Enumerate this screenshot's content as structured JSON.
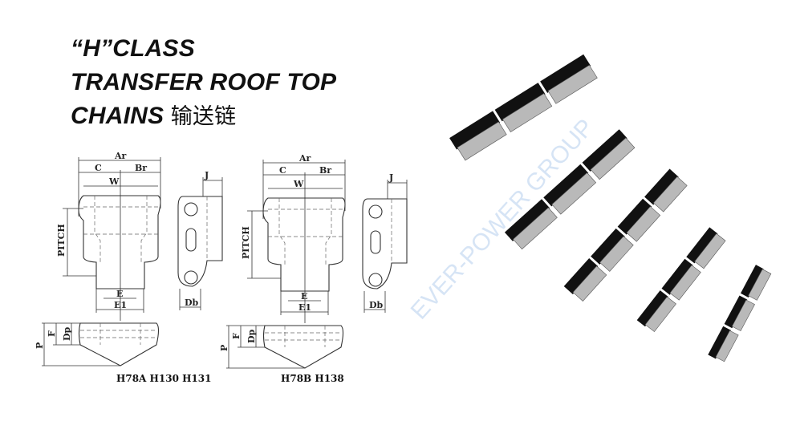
{
  "title": {
    "line1": "“H”CLASS",
    "line2": "TRANSFER ROOF TOP",
    "line3_en": "CHAINS",
    "line3_zh": "输送链"
  },
  "watermark": "EVER-POWER GROUP",
  "drawings": [
    {
      "caption": "H78A  H130 H131",
      "labels": {
        "ar": "Ar",
        "c": "C",
        "br": "Br",
        "w": "W",
        "j": "J",
        "pitch": "PITCH",
        "e": "E",
        "e1": "E1",
        "db": "Db",
        "p": "P",
        "f": "F",
        "dp": "Dp"
      }
    },
    {
      "caption": "H78B  H138",
      "labels": {
        "ar": "Ar",
        "c": "C",
        "br": "Br",
        "w": "W",
        "j": "J",
        "pitch": "PITCH",
        "e": "E",
        "e1": "E1",
        "db": "Db",
        "p": "P",
        "f": "F",
        "dp": "Dp"
      }
    }
  ],
  "photo": {
    "subject": "chain-photos",
    "colors": {
      "steel": "#b9b9b9",
      "shadow": "#111111"
    }
  }
}
